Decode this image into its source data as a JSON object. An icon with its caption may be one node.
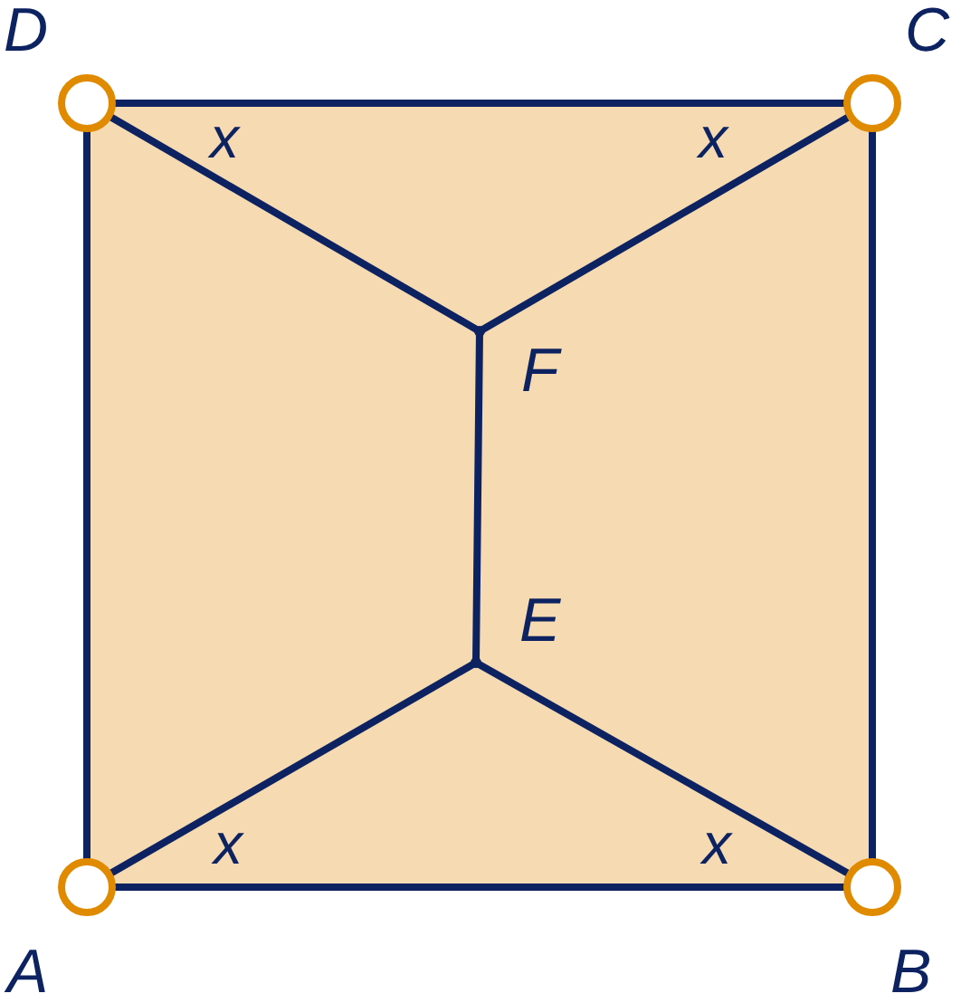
{
  "diagram": {
    "nodes": [
      {
        "text": [],
        "shape": "circle",
        "beside": [
          "D"
        ]
      },
      {
        "text": [],
        "shape": "circle",
        "beside": [
          "C"
        ]
      },
      {
        "text": [],
        "shape": "circle",
        "beside": [
          "A"
        ]
      },
      {
        "text": [],
        "shape": "circle",
        "beside": [
          "B"
        ]
      },
      {
        "text": [],
        "shape": "point",
        "beside": [
          "F"
        ]
      },
      {
        "text": [],
        "shape": "point",
        "beside": [
          "E"
        ]
      }
    ],
    "edges": [
      {
        "from": 0,
        "to": 1,
        "arrow": "none"
      },
      {
        "from": 0,
        "to": 2,
        "arrow": "none"
      },
      {
        "from": 1,
        "to": 3,
        "arrow": "none"
      },
      {
        "from": 2,
        "to": 3,
        "arrow": "none"
      },
      {
        "from": 0,
        "to": 4,
        "arrow": "none"
      },
      {
        "from": 1,
        "to": 4,
        "arrow": "none"
      },
      {
        "from": 4,
        "to": 5,
        "arrow": "none"
      },
      {
        "from": 2,
        "to": 5,
        "arrow": "none"
      },
      {
        "from": 3,
        "to": 5,
        "arrow": "none"
      }
    ],
    "labels": [
      "x",
      "x",
      "x",
      "x"
    ]
  }
}
